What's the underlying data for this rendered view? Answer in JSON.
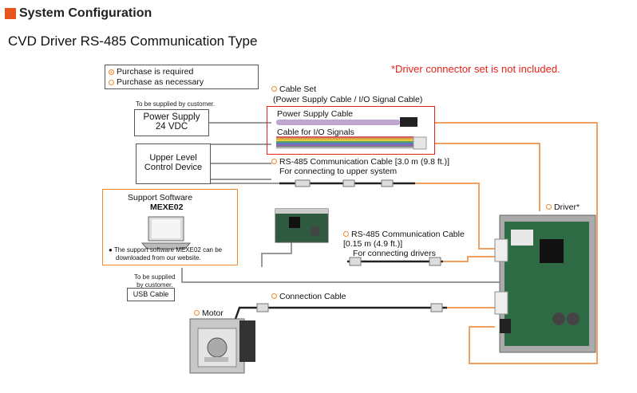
{
  "header": {
    "section_title": "System Configuration",
    "subtitle": "CVD Driver RS-485 Communication Type",
    "note": "*Driver connector set is not included."
  },
  "legend": {
    "required": "Purchase is required",
    "optional": "Purchase as necessary"
  },
  "labels": {
    "supplied_by_customer_top": "To be supplied by customer.",
    "power_supply_line1": "Power Supply",
    "power_supply_line2": "24 VDC",
    "upper_level_line1": "Upper Level",
    "upper_level_line2": "Control Device",
    "cable_set_title": "Cable Set",
    "cable_set_sub": "(Power Supply Cable / I/O Signal Cable)",
    "power_supply_cable": "Power Supply Cable",
    "io_cable": "Cable for I/O Signals",
    "rs485_long_title": "RS-485 Communication Cable [3.0 m (9.8 ft.)]",
    "rs485_long_sub": "For connecting to upper system",
    "support_software": "Support Software",
    "mexe02": "MEXE02",
    "software_note_line1": "The support software MEXE02 can be",
    "software_note_line2": "downloaded from our website.",
    "supplied_by_customer_line1": "To be supplied",
    "supplied_by_customer_line2": "by customer.",
    "usb_cable": "USB Cable",
    "rs485_short_title": "RS-485 Communication Cable",
    "rs485_short_len": "[0.15 m (4.9 ft.)]",
    "rs485_short_sub": "For connecting drivers",
    "connection_cable": "Connection Cable",
    "motor": "Motor",
    "driver": "Driver*"
  },
  "colors": {
    "accent": "#e8541e",
    "optional_marker": "#f08a2c",
    "note_red": "#e8211a",
    "wire_orange": "#f0a060",
    "wire_gray": "#9a9a9a"
  }
}
